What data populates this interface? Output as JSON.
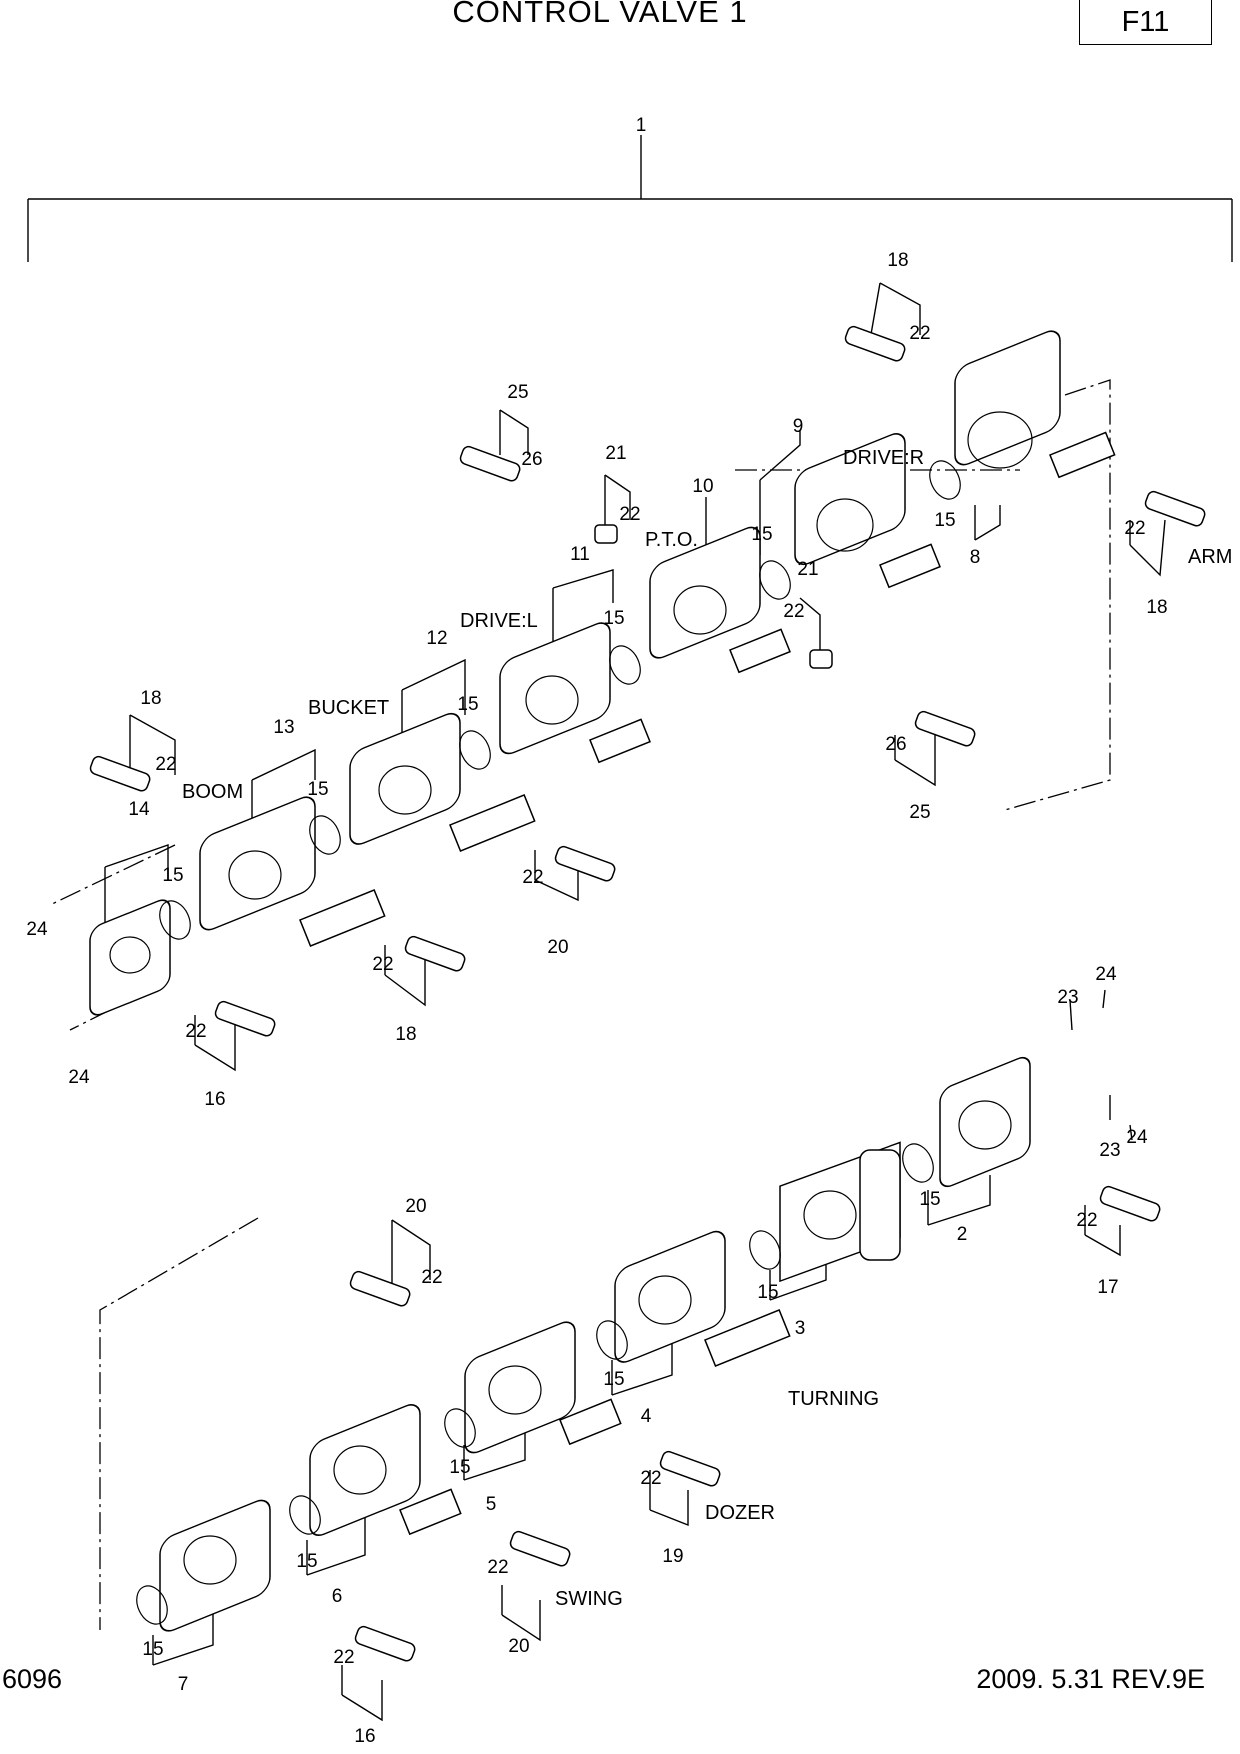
{
  "header": {
    "title": "CONTROL VALVE 1",
    "code": "F11"
  },
  "footer": {
    "left": "6096",
    "right": "2009. 5.31 REV.9E"
  },
  "callouts": {
    "n1": "1",
    "n2": "2",
    "n3": "3",
    "n4": "4",
    "n5": "5",
    "n6": "6",
    "n7": "7",
    "n8": "8",
    "n9": "9",
    "n10": "10",
    "n11": "11",
    "n12": "12",
    "n13": "13",
    "n14": "14",
    "n15": "15",
    "n16": "16",
    "n17": "17",
    "n18": "18",
    "n19": "19",
    "n20": "20",
    "n21": "21",
    "n22": "22",
    "n23": "23",
    "n24": "24",
    "n25": "25",
    "n26": "26"
  },
  "sections": {
    "arm": "ARM",
    "drive_r": "DRIVE:R",
    "pto": "P.T.O.",
    "drive_l": "DRIVE:L",
    "bucket": "BUCKET",
    "boom": "BOOM",
    "turning": "TURNING",
    "dozer": "DOZER",
    "swing": "SWING"
  }
}
